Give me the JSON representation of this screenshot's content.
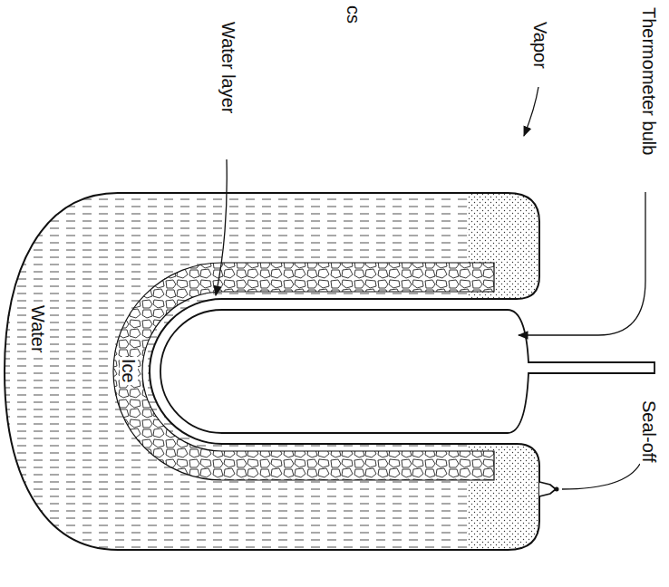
{
  "diagram": {
    "labels": [
      "cs",
      "Thermometer bulb",
      "Vapor",
      "Water layer",
      "Water",
      "Ice",
      "Seal-off"
    ]
  }
}
